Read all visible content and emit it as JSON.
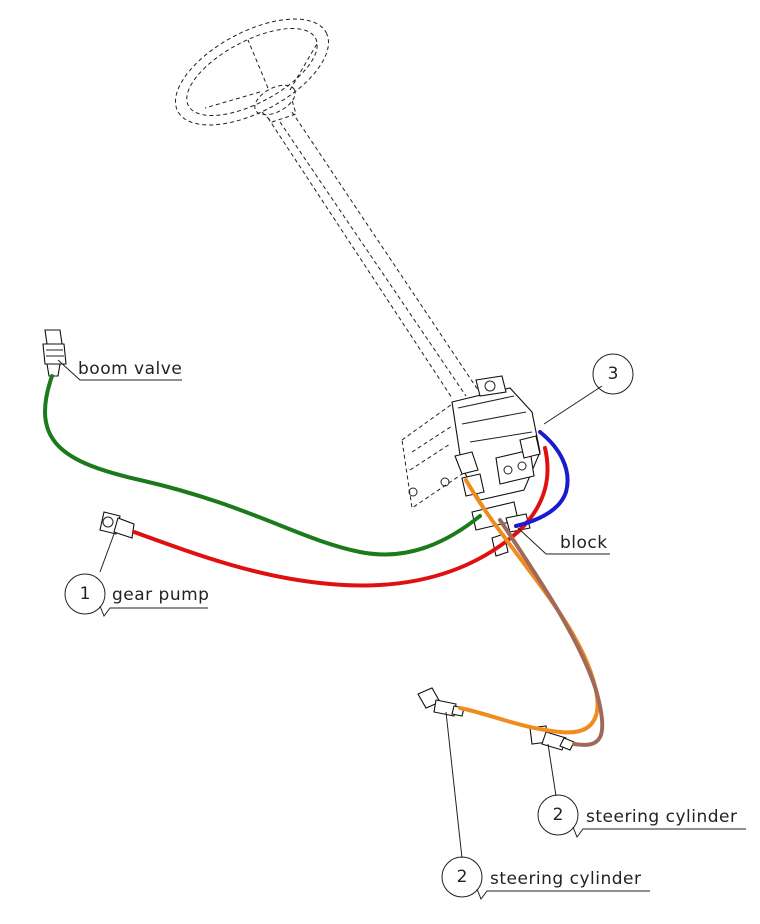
{
  "labels": {
    "boom_valve": "boom valve",
    "gear_pump": "gear pump",
    "block": "block",
    "steering_cylinder_right": "steering cylinder",
    "steering_cylinder_bottom": "steering cylinder"
  },
  "callouts": {
    "gear_pump_no": "1",
    "cyl_right_no": "2",
    "cyl_bottom_no": "2",
    "unit_no": "3"
  },
  "colors": {
    "pressure_hose": "#e01010",
    "boom_hose": "#1b7a1b",
    "return_hose": "#1a1ad0",
    "cylinder_hose_a": "#f08c1e",
    "cylinder_hose_b": "#a06a5a",
    "line": "#222222"
  }
}
